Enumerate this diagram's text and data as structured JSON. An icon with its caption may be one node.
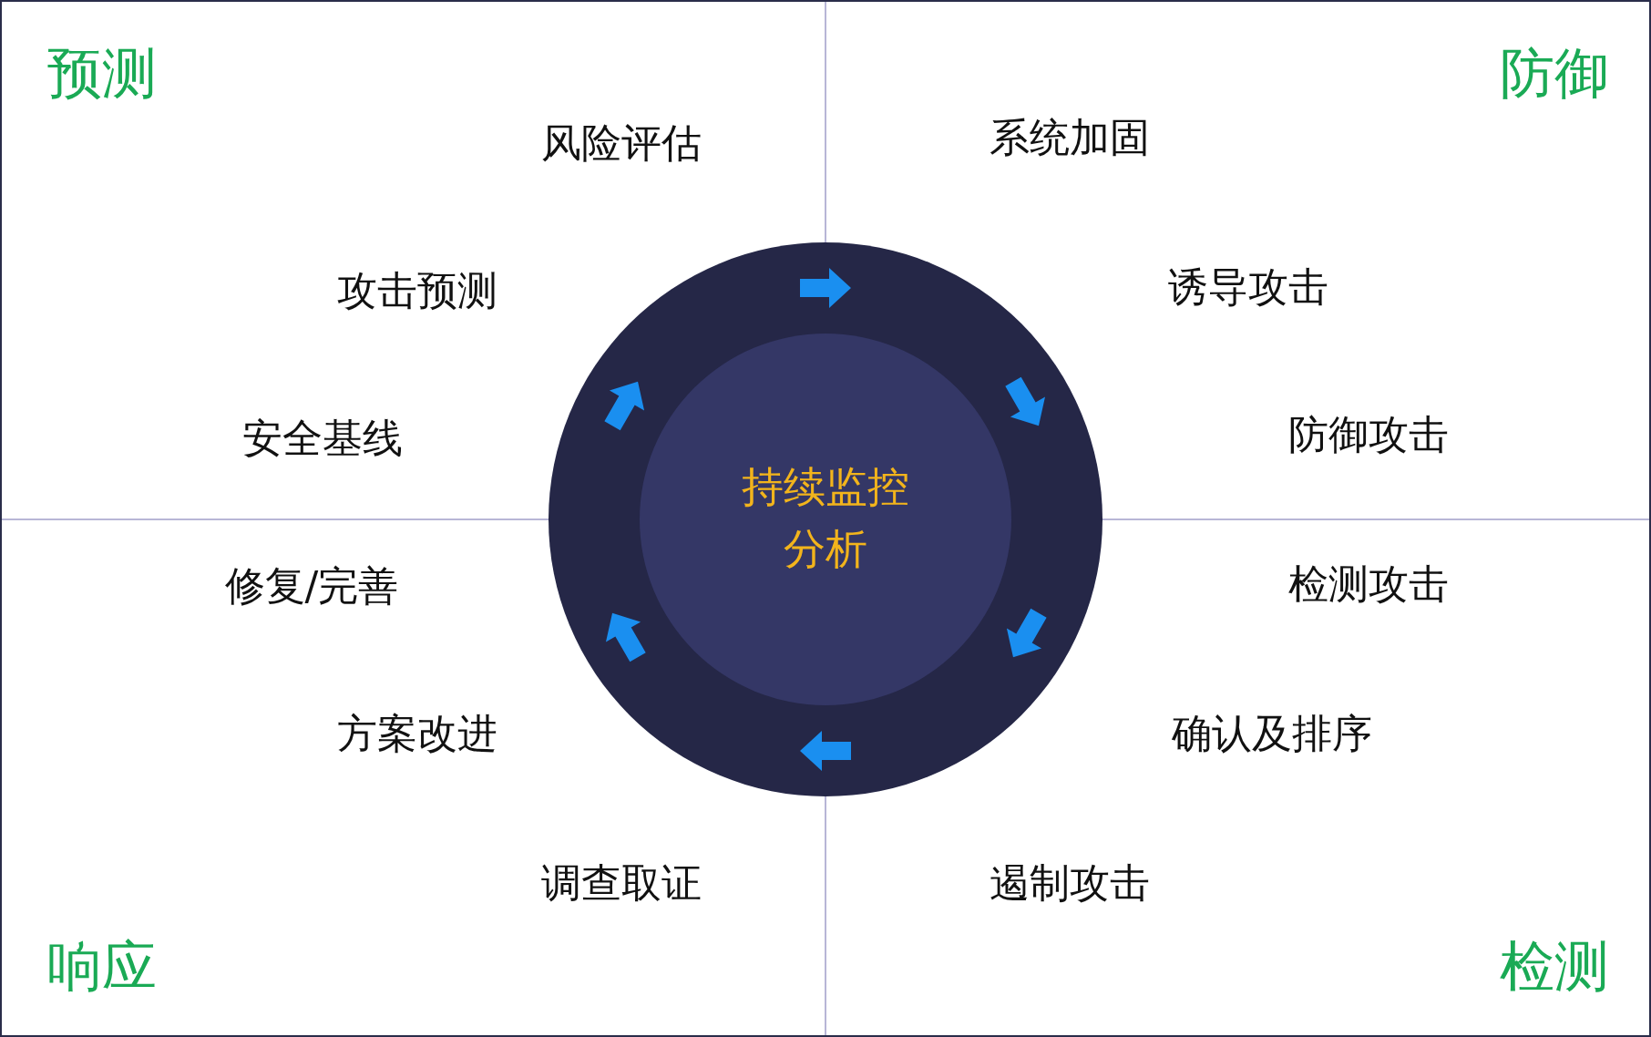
{
  "diagram": {
    "nodes": [
      {
        "text": [
          "持续监控分析"
        ]
      }
    ],
    "edges": [],
    "labels": [
      "预测",
      "防御",
      "风险评估",
      "系统加固",
      "攻击预测",
      "诱导攻击",
      "安全基线",
      "防御攻击",
      "修复/完善",
      "检测攻击",
      "方案改进",
      "确认及排序",
      "调查取证",
      "遏制攻击",
      "响应",
      "检测"
    ]
  }
}
